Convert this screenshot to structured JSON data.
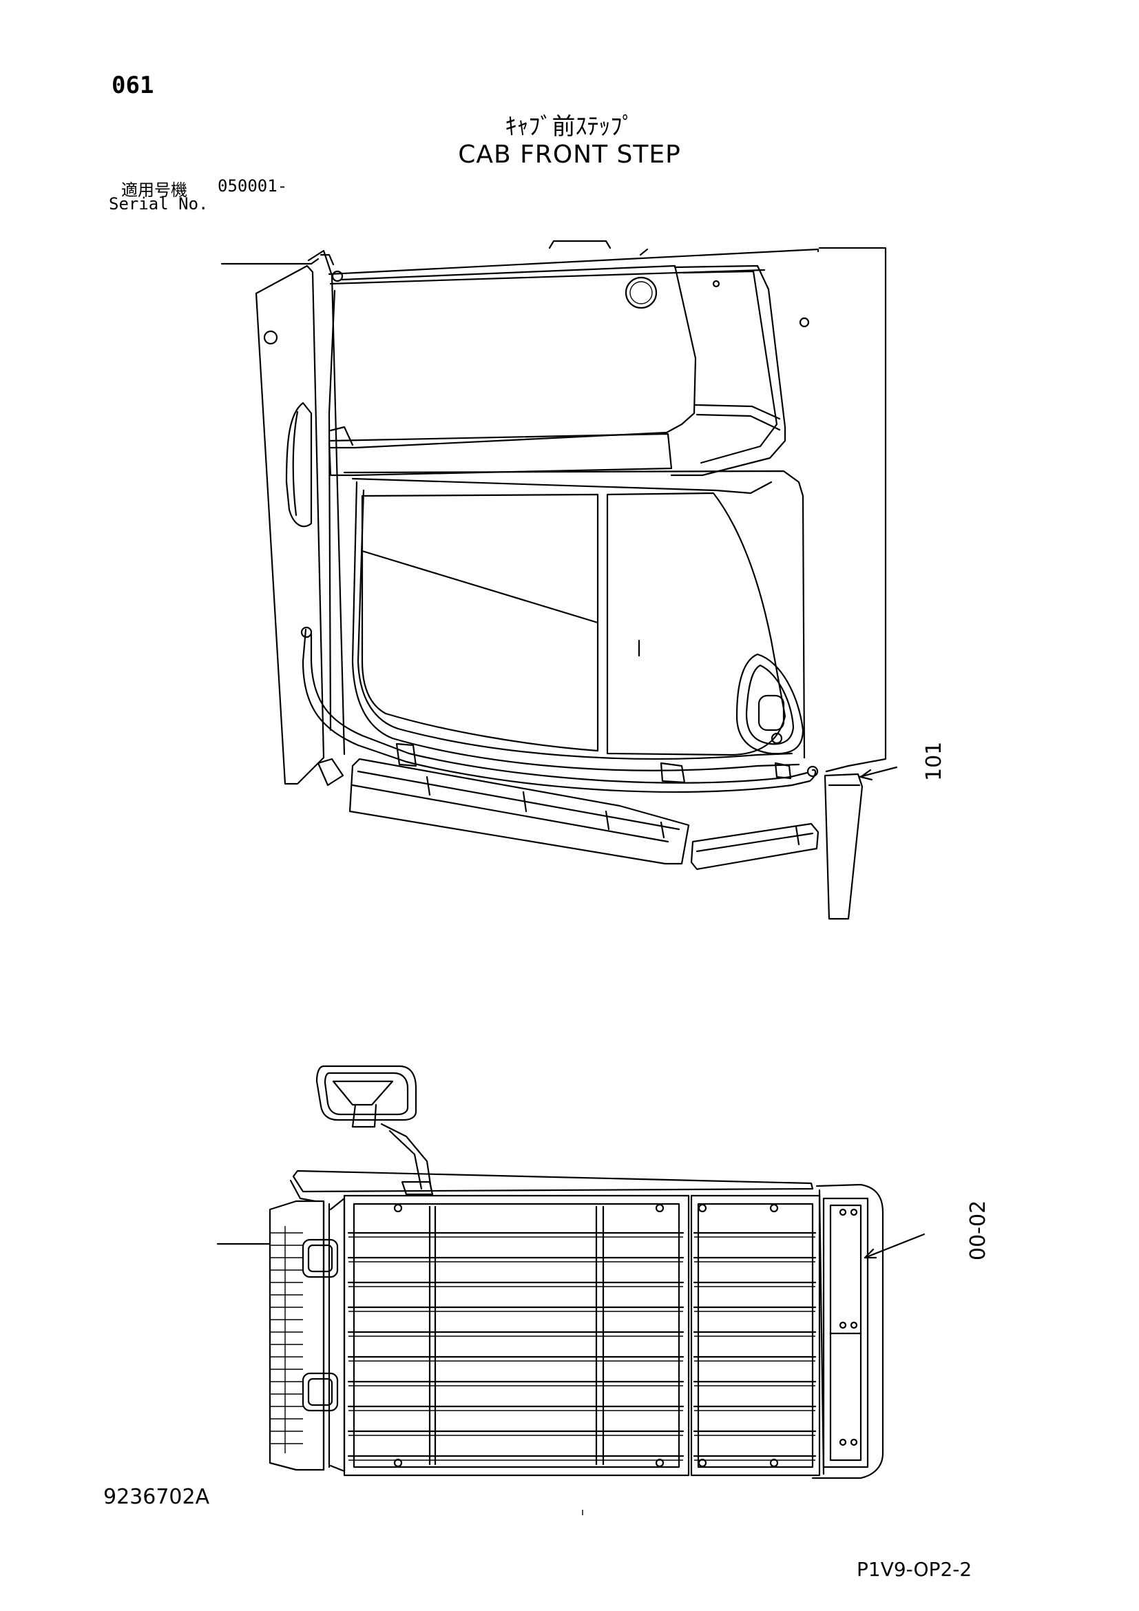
{
  "page": {
    "number": "061",
    "title_jp": "ｷｬﾌﾞ前ｽﾃｯﾌﾟ",
    "title_en": "CAB FRONT STEP",
    "serial_label_jp": "適用号機",
    "serial_value": "050001-",
    "serial_label_en": "Serial No.",
    "drawing_number": "9236702A",
    "footer_code": "P1V9-OP2-2"
  },
  "callouts": [
    {
      "id": "callout-101",
      "label": "101"
    },
    {
      "id": "callout-00-02",
      "label": "00-02"
    }
  ]
}
